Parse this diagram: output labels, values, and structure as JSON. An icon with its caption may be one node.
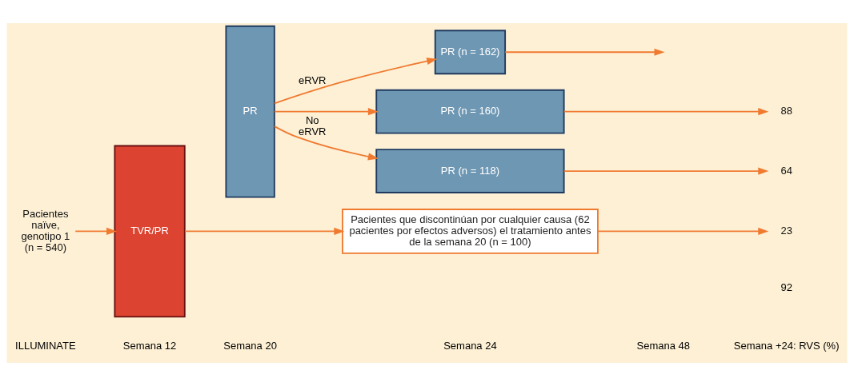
{
  "diagram": {
    "nodes": [
      {
        "text": [
          "Pacientes naïve, genotipo 1 (n = 540)"
        ]
      },
      {
        "text": [
          "TVR/PR"
        ]
      },
      {
        "text": [
          "PR"
        ]
      },
      {
        "text": [
          "PR (n = 162)"
        ]
      },
      {
        "text": [
          "PR (n = 160)"
        ]
      },
      {
        "text": [
          "PR (n = 118)"
        ]
      },
      {
        "text": [
          "Pacientes que discontinúan por cualquier causa (62 pacientes por efectos adversos) el tratamiento antes de la semana 20 (n = 100)"
        ]
      },
      {
        "text": [
          "88"
        ]
      },
      {
        "text": [
          "64"
        ]
      },
      {
        "text": [
          "23"
        ]
      }
    ],
    "edges": [
      {
        "from": 0,
        "to": 1,
        "arrow": "to"
      },
      {
        "from": 1,
        "to": 6,
        "arrow": "to"
      },
      {
        "from": 2,
        "to": 3,
        "arrow": "to",
        "label": "eRVR"
      },
      {
        "from": 2,
        "to": 4,
        "arrow": "to"
      },
      {
        "from": 2,
        "to": 5,
        "arrow": "to",
        "label": "No eRVR"
      },
      {
        "from": 3,
        "to": null,
        "arrow": "to"
      },
      {
        "from": 4,
        "to": 7,
        "arrow": "to"
      },
      {
        "from": 5,
        "to": 8,
        "arrow": "to"
      },
      {
        "from": 6,
        "to": 9,
        "arrow": "to"
      }
    ],
    "labels": [
      "ILLUMINATE",
      "Semana 12",
      "Semana 20",
      "Semana 24",
      "Semana 48",
      "Semana +24: RVS (%)",
      "92"
    ]
  }
}
